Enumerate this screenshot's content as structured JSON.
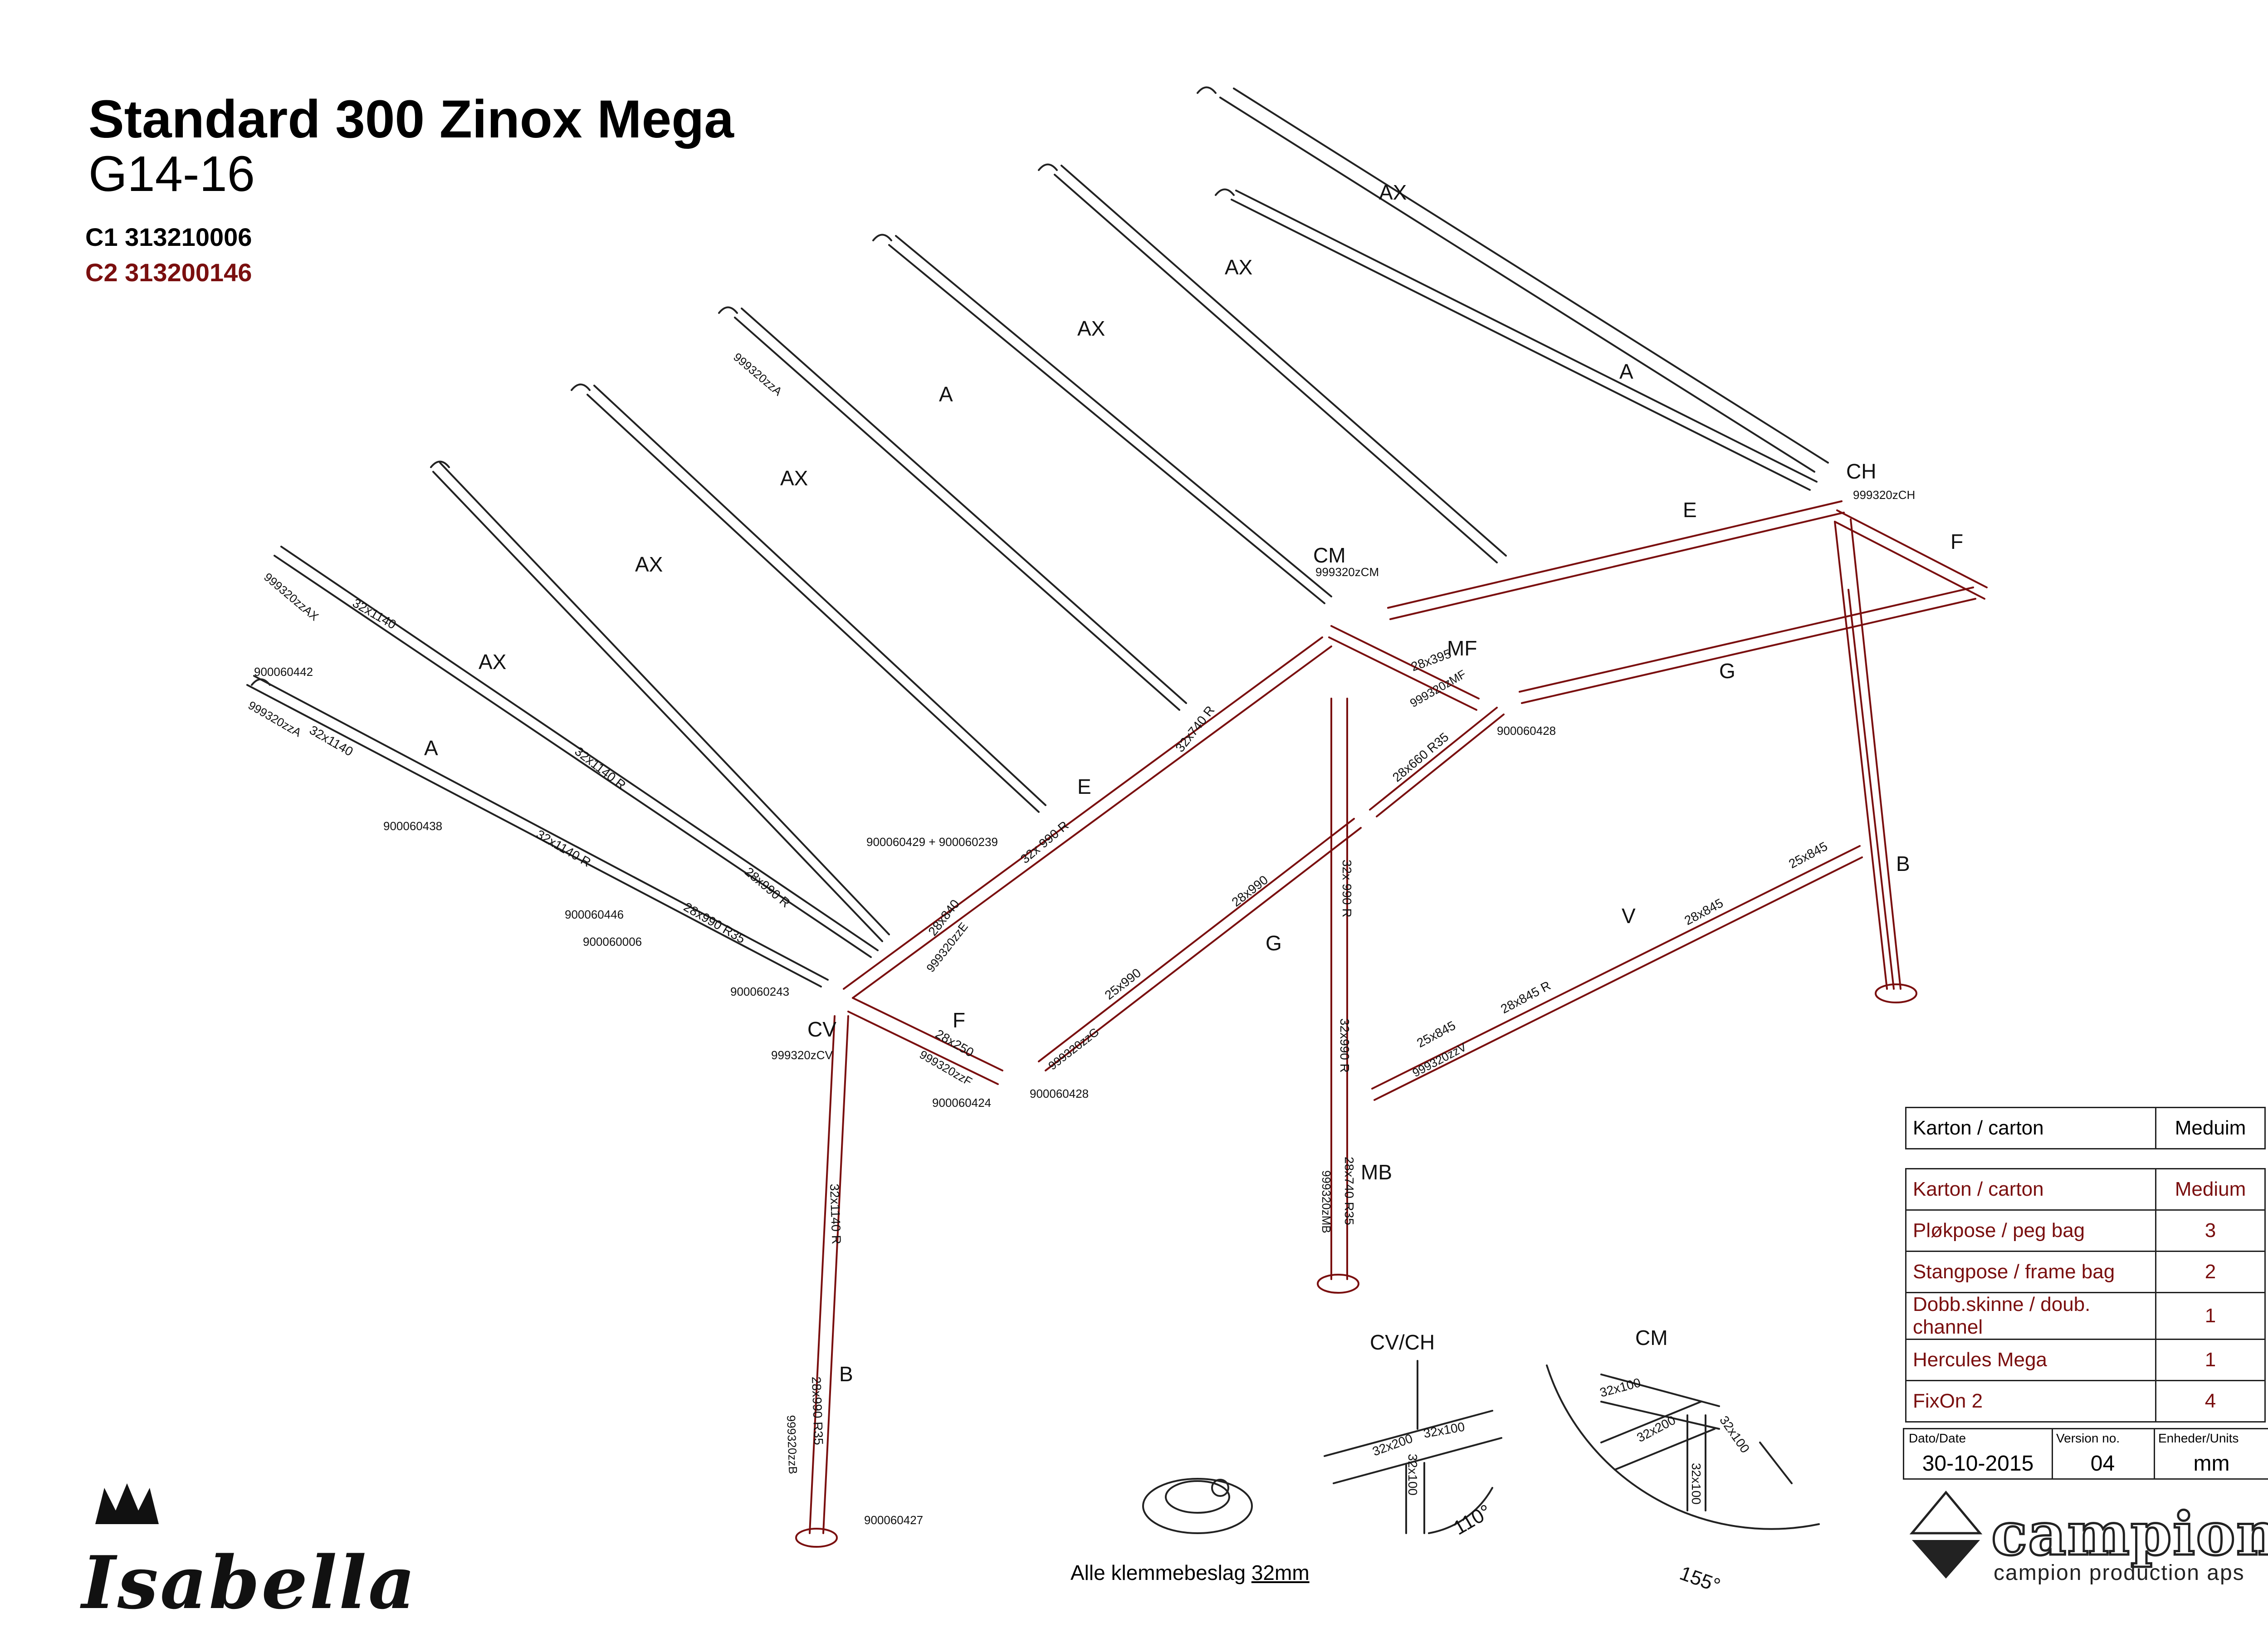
{
  "header": {
    "title": "Standard 300 Zinox Mega",
    "subtitle": "G14-16",
    "code_c1": "C1 313210006",
    "code_c2": "C2 313200146"
  },
  "colors": {
    "black_part": "#000000",
    "red_part": "#7a0f0f"
  },
  "labels": {
    "ax": "AX",
    "a": "A",
    "ch": "CH",
    "cm": "CM",
    "cv": "CV",
    "e": "E",
    "f": "F",
    "g": "G",
    "mf": "MF",
    "mb": "MB",
    "b": "B",
    "v": "V",
    "cvch": "CV/CH"
  },
  "part_codes": {
    "p999320zzA": "999320zzA",
    "p999320zzAX": "999320zzAX",
    "p999320zCH": "999320zCH",
    "p999320zCM": "999320zCM",
    "p999320zMF": "999320zMF",
    "p999320zCV": "999320zCV",
    "p999320zzE": "999320zzE",
    "p999320zzF": "999320zzF",
    "p999320zzG": "999320zzG",
    "p999320zzV": "999320zzV",
    "p999320zMB": "999320zMB",
    "p999320zzB": "999320zzB",
    "n900060442": "900060442",
    "n900060438": "900060438",
    "n900060446": "900060446",
    "n900060006": "900060006",
    "n900060243": "900060243",
    "n900060424": "900060424",
    "n900060428": "900060428",
    "n900060427": "900060427",
    "n900060429": "900060429 + 900060239"
  },
  "dimensions": {
    "d32x1140": "32x1140",
    "d32x1140R": "32x1140 R",
    "d28x990R": "28x990 R",
    "d28x990R35": "28x990 R35",
    "d32x740R": "32x740 R",
    "d32x990R": "32x 990 R",
    "d28x840": "28x840",
    "d28x395": "28x395",
    "d28x660R35": "28x660 R35",
    "d28x250": "28x250",
    "d25x990": "25x990",
    "d28x990": "28x990",
    "d32x990Rv": "32x990 R",
    "d32x990Rv2": "32x 990 R",
    "d28x740R35": "28x740 R35",
    "d25x845": "25x845",
    "d28x845": "28x845",
    "d28x845R": "28x845 R",
    "d25x845b": "25x845",
    "d32x1140Rv": "32x1140 R",
    "d28x990R35v": "28x990 R35",
    "d32x200": "32x200",
    "d32x100": "32x100",
    "angle110": "110°",
    "angle155": "155°"
  },
  "medium_box": {
    "label": "Karton / carton",
    "value": "Meduim"
  },
  "contents_table": {
    "rows": [
      {
        "label": "Karton / carton",
        "qty": "Medium"
      },
      {
        "label": "Pløkpose / peg bag",
        "qty": "3"
      },
      {
        "label": "Stangpose / frame bag",
        "qty": "2"
      },
      {
        "label": "Dobb.skinne / doub. channel",
        "qty": "1"
      },
      {
        "label": "Hercules Mega",
        "qty": "1"
      },
      {
        "label": "FixOn 2",
        "qty": "4"
      }
    ]
  },
  "date_box": {
    "date_label": "Dato/Date",
    "date_value": "30-10-2015",
    "version_label": "Version no.",
    "version_value": "04",
    "units_label": "Enheder/Units",
    "units_value": "mm"
  },
  "footnote": {
    "text": "Alle klemmebeslag ",
    "size": "32mm"
  },
  "brand": {
    "name": "campion",
    "tagline": "campion production aps",
    "logo": "Isabella"
  }
}
